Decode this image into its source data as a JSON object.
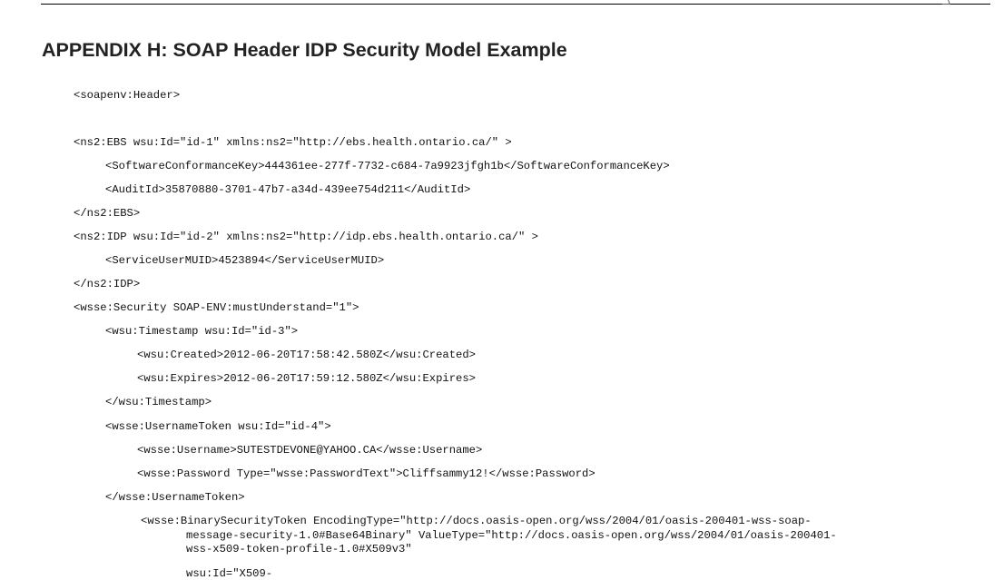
{
  "document": {
    "heading": "APPENDIX H: SOAP Header IDP Security Model Example",
    "code_lines": [
      "<soapenv:Header>",
      "<ns2:EBS wsu:Id=\"id-1\" xmlns:ns2=\"http://ebs.health.ontario.ca/\" >",
      "<SoftwareConformanceKey>444361ee-277f-7732-c684-7a9923jfgh1b</SoftwareConformanceKey>",
      "<AuditId>35870880-3701-47b7-a34d-439ee754d211</AuditId>",
      "</ns2:EBS>",
      "<ns2:IDP wsu:Id=\"id-2\" xmlns:ns2=\"http://idp.ebs.health.ontario.ca/\" >",
      "<ServiceUserMUID>4523894</ServiceUserMUID>",
      "</ns2:IDP>",
      "<wsse:Security SOAP-ENV:mustUnderstand=\"1\">",
      "<wsu:Timestamp wsu:Id=\"id-3\">",
      "<wsu:Created>2012-06-20T17:58:42.580Z</wsu:Created>",
      "<wsu:Expires>2012-06-20T17:59:12.580Z</wsu:Expires>",
      "</wsu:Timestamp>",
      "<wsse:UsernameToken wsu:Id=\"id-4\">",
      "<wsse:Username>SUTESTDEVONE@YAHOO.CA</wsse:Username>",
      "<wsse:Password Type=\"wsse:PasswordText\">Cliffsammy12!</wsse:Password>",
      "</wsse:UsernameToken>",
      "<wsse:BinarySecurityToken EncodingType=\"http://docs.oasis-open.org/wss/2004/01/oasis-200401-wss-soap-",
      "message-security-1.0#Base64Binary\" ValueType=\"http://docs.oasis-open.org/wss/2004/01/oasis-200401-",
      "wss-x509-token-profile-1.0#X509v3\"",
      "wsu:Id=\"X509-"
    ]
  }
}
